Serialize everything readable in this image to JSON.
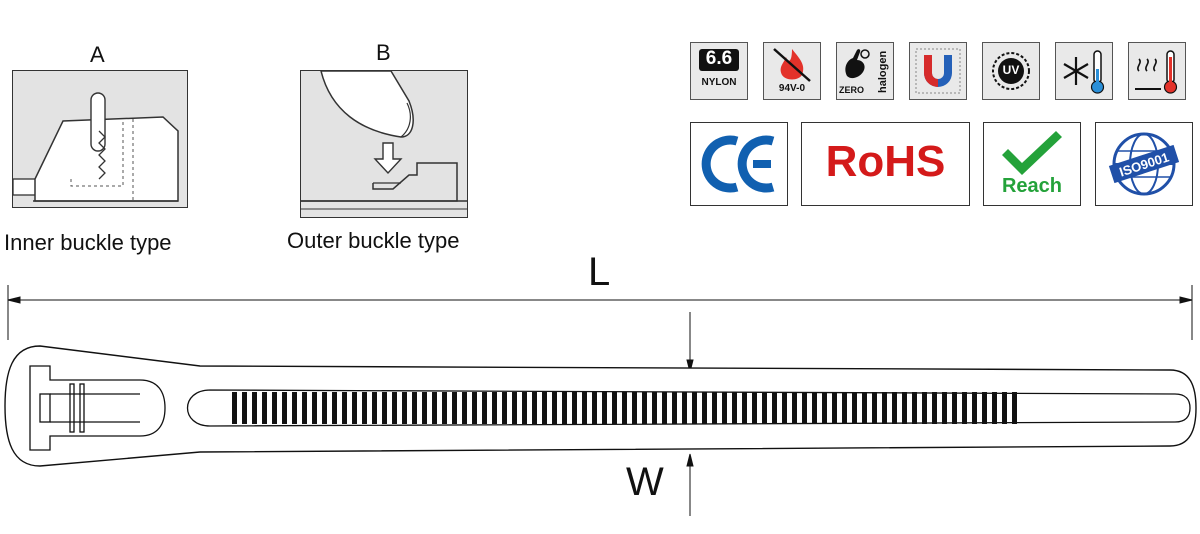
{
  "buckle_a": {
    "letter": "A",
    "caption": "Inner buckle type"
  },
  "buckle_b": {
    "letter": "B",
    "caption": "Outer buckle type"
  },
  "icons": {
    "nylon": {
      "grade": "6.6",
      "label": "NYLON"
    },
    "flame": {
      "label": "94V-0"
    },
    "halogen": {
      "zero": "ZERO",
      "word": "halogen"
    },
    "uv": {
      "label": "UV"
    }
  },
  "certs": {
    "rohs": "RoHS",
    "reach": "Reach",
    "iso": "ISO9001"
  },
  "dimensions": {
    "length": "L",
    "width": "W"
  },
  "colors": {
    "ce_blue": "#1160b0",
    "rohs_red": "#d41a1a",
    "reach_green": "#24a23a",
    "iso_blue": "#2050a8",
    "magnet_red": "#d62b2b",
    "magnet_blue": "#2460b8",
    "flame_red": "#e3322a"
  }
}
